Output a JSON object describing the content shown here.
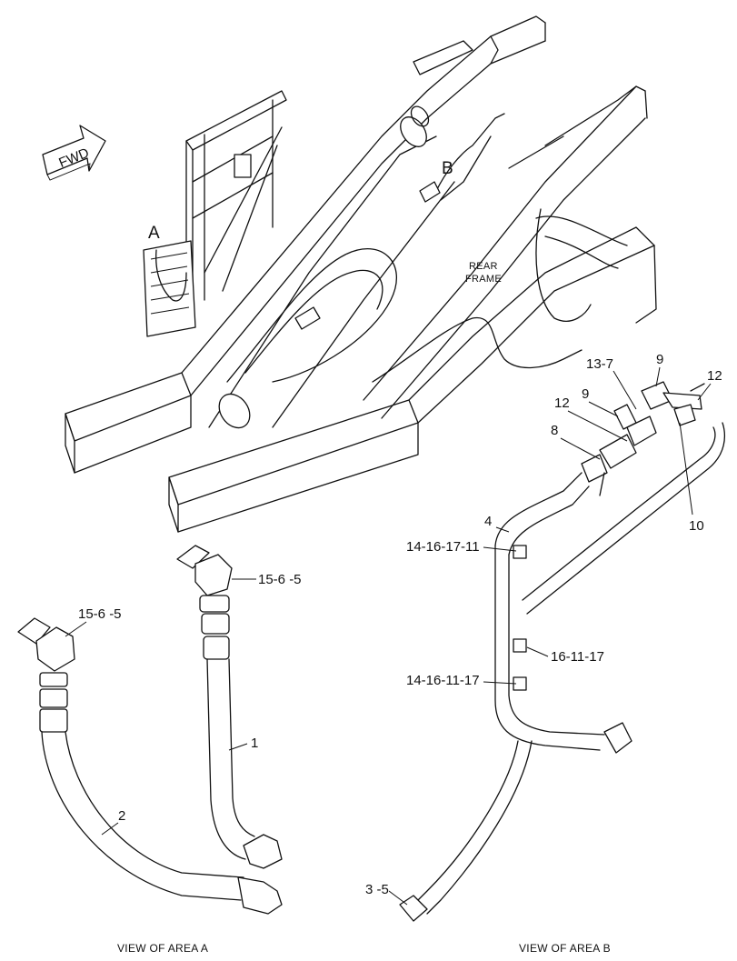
{
  "orientation": {
    "fwd_label": "FWD"
  },
  "frame": {
    "area_a_label": "A",
    "area_b_label": "B",
    "rear_frame_label_line1": "REAR",
    "rear_frame_label_line2": "FRAME"
  },
  "callouts_area_a": {
    "top_right_fitting": "15-6 -5",
    "left_fitting": "15-6 -5",
    "hose_1": "1",
    "hose_2": "2"
  },
  "callouts_area_b": {
    "c_9_right": "9",
    "c_12_right": "12",
    "c_13_7": "13-7",
    "c_9_left": "9",
    "c_12_left": "12",
    "c_8": "8",
    "c_10": "10",
    "c_4": "4",
    "c_14_16_17_11": "14-16-17-11",
    "c_16_11_17": "16-11-17",
    "c_14_16_11_17": "14-16-11-17",
    "c_3_5": "3 -5"
  },
  "captions": {
    "view_a": "VIEW OF AREA A",
    "view_b": "VIEW OF AREA B"
  }
}
